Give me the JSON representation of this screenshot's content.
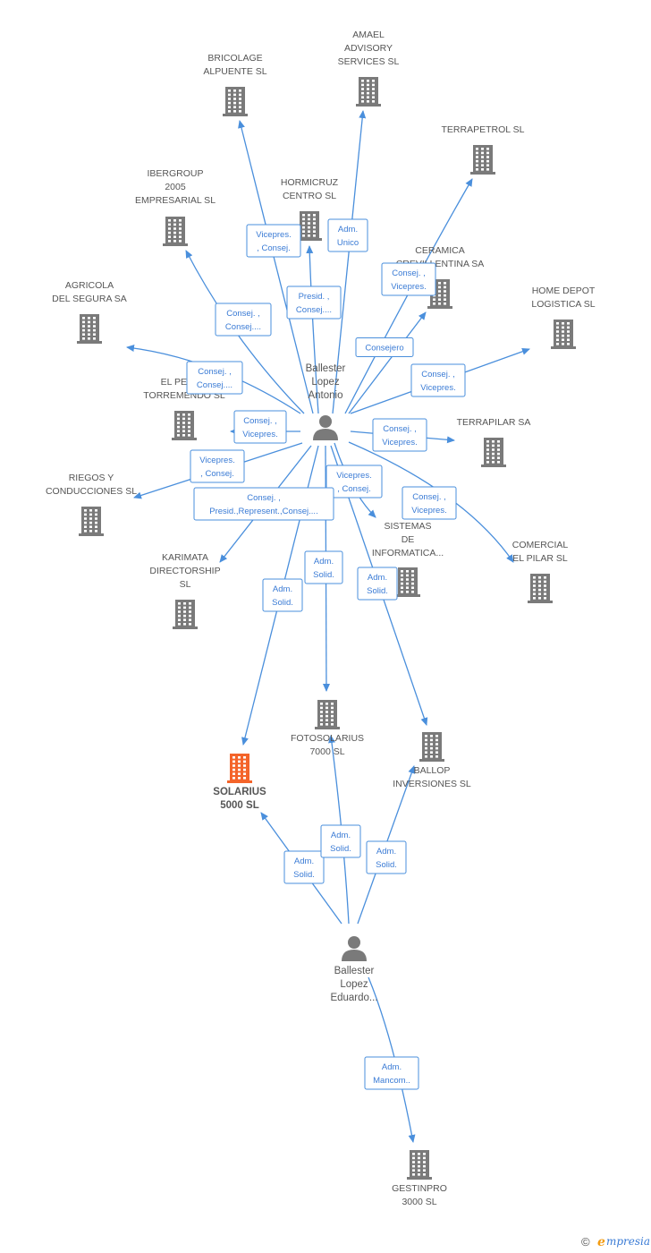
{
  "colors": {
    "edge": "#4a8fdc",
    "building": "#7a7a7a",
    "focus_building": "#f4642a",
    "person": "#7a7a7a",
    "label": "#555555",
    "brand": "#3a7bd5",
    "brand_accent": "#f39c12"
  },
  "persons": [
    {
      "id": "antonio",
      "lines": [
        "Ballester",
        "Lopez",
        "Antonio"
      ]
    },
    {
      "id": "eduardo",
      "lines": [
        "Ballester",
        "Lopez",
        "Eduardo..."
      ]
    }
  ],
  "companies": [
    {
      "id": "bricolage",
      "lines": [
        "BRICOLAGE",
        "ALPUENTE SL"
      ],
      "focus": false
    },
    {
      "id": "amael",
      "lines": [
        "AMAEL",
        "ADVISORY",
        "SERVICES  SL"
      ],
      "focus": false
    },
    {
      "id": "terrapetrol",
      "lines": [
        "TERRAPETROL SL"
      ],
      "focus": false
    },
    {
      "id": "ibergroup",
      "lines": [
        "IBERGROUP",
        "2005",
        "EMPRESARIAL SL"
      ],
      "focus": false
    },
    {
      "id": "hormicruz",
      "lines": [
        "HORMICRUZ",
        "CENTRO SL"
      ],
      "focus": false
    },
    {
      "id": "ceramica",
      "lines": [
        "CERAMICA",
        "CREVILLENTINA SA"
      ],
      "focus": false
    },
    {
      "id": "homedepot",
      "lines": [
        "HOME DEPOT",
        "LOGISTICA SL"
      ],
      "focus": false
    },
    {
      "id": "agricola",
      "lines": [
        "AGRICOLA",
        "DEL SEGURA SA"
      ],
      "focus": false
    },
    {
      "id": "elpenon",
      "lines": [
        "EL PEÑON",
        "TORREMENDO SL"
      ],
      "focus": false
    },
    {
      "id": "terrapilar",
      "lines": [
        "TERRAPILAR SA"
      ],
      "focus": false
    },
    {
      "id": "riegos",
      "lines": [
        "RIEGOS Y",
        "CONDUCCIONES SL"
      ],
      "focus": false
    },
    {
      "id": "sistemas",
      "lines": [
        "SISTEMAS",
        "DE",
        "INFORMATICA..."
      ],
      "focus": false
    },
    {
      "id": "comercial",
      "lines": [
        "COMERCIAL",
        "EL PILAR SL"
      ],
      "focus": false
    },
    {
      "id": "karimata",
      "lines": [
        "KARIMATA",
        "DIRECTORSHIP",
        "SL"
      ],
      "focus": false
    },
    {
      "id": "fotosolarius",
      "lines": [
        "FOTOSOLARIUS",
        "7000 SL"
      ],
      "focus": false
    },
    {
      "id": "solarius",
      "lines": [
        "SOLARIUS",
        "5000 SL"
      ],
      "focus": true
    },
    {
      "id": "ballop",
      "lines": [
        "BALLOP",
        "INVERSIONES SL"
      ],
      "focus": false
    },
    {
      "id": "gestinpro",
      "lines": [
        "GESTINPRO",
        "3000 SL"
      ],
      "focus": false
    }
  ],
  "edges": [
    {
      "from": "antonio",
      "to": "bricolage",
      "role": [
        "Vicepres.",
        ", Consej."
      ]
    },
    {
      "from": "antonio",
      "to": "amael",
      "role": [
        "Adm.",
        "Unico"
      ]
    },
    {
      "from": "antonio",
      "to": "terrapetrol",
      "role": [
        "Consej. ,",
        "Vicepres."
      ]
    },
    {
      "from": "antonio",
      "to": "ibergroup",
      "role": [
        "Consej. ,",
        "Consej...."
      ]
    },
    {
      "from": "antonio",
      "to": "hormicruz",
      "role": [
        "Presid. ,",
        "Consej...."
      ]
    },
    {
      "from": "antonio",
      "to": "ceramica",
      "role": [
        "Consejero"
      ]
    },
    {
      "from": "antonio",
      "to": "homedepot",
      "role": [
        "Consej. ,",
        "Vicepres."
      ]
    },
    {
      "from": "antonio",
      "to": "agricola",
      "role": [
        "Consej. ,",
        "Consej...."
      ]
    },
    {
      "from": "antonio",
      "to": "elpenon",
      "role": [
        "Consej. ,",
        "Vicepres."
      ]
    },
    {
      "from": "antonio",
      "to": "terrapilar",
      "role": [
        "Consej. ,",
        "Vicepres."
      ]
    },
    {
      "from": "antonio",
      "to": "riegos",
      "role": [
        "Vicepres.",
        ", Consej."
      ]
    },
    {
      "from": "antonio",
      "to": "sistemas",
      "role": [
        "Vicepres.",
        ", Consej."
      ]
    },
    {
      "from": "antonio",
      "to": "comercial",
      "role": [
        "Consej. ,",
        "Vicepres."
      ]
    },
    {
      "from": "antonio",
      "to": "karimata",
      "role": [
        "Consej. ,",
        "Presid.,Represent.,Consej...."
      ]
    },
    {
      "from": "antonio",
      "to": "fotosolarius",
      "role": [
        "Adm.",
        "Solid."
      ]
    },
    {
      "from": "antonio",
      "to": "solarius",
      "role": [
        "Adm.",
        "Solid."
      ]
    },
    {
      "from": "antonio",
      "to": "ballop",
      "role": [
        "Adm.",
        "Solid."
      ]
    },
    {
      "from": "eduardo",
      "to": "solarius",
      "role": [
        "Adm.",
        "Solid."
      ]
    },
    {
      "from": "eduardo",
      "to": "fotosolarius",
      "role": [
        "Adm.",
        "Solid."
      ]
    },
    {
      "from": "eduardo",
      "to": "ballop",
      "role": [
        "Adm.",
        "Solid."
      ]
    },
    {
      "from": "eduardo",
      "to": "gestinpro",
      "role": [
        "Adm.",
        "Mancom.."
      ]
    }
  ],
  "footer": {
    "copyright": "©",
    "brand_initial": "e",
    "brand_rest": "mpresia"
  }
}
